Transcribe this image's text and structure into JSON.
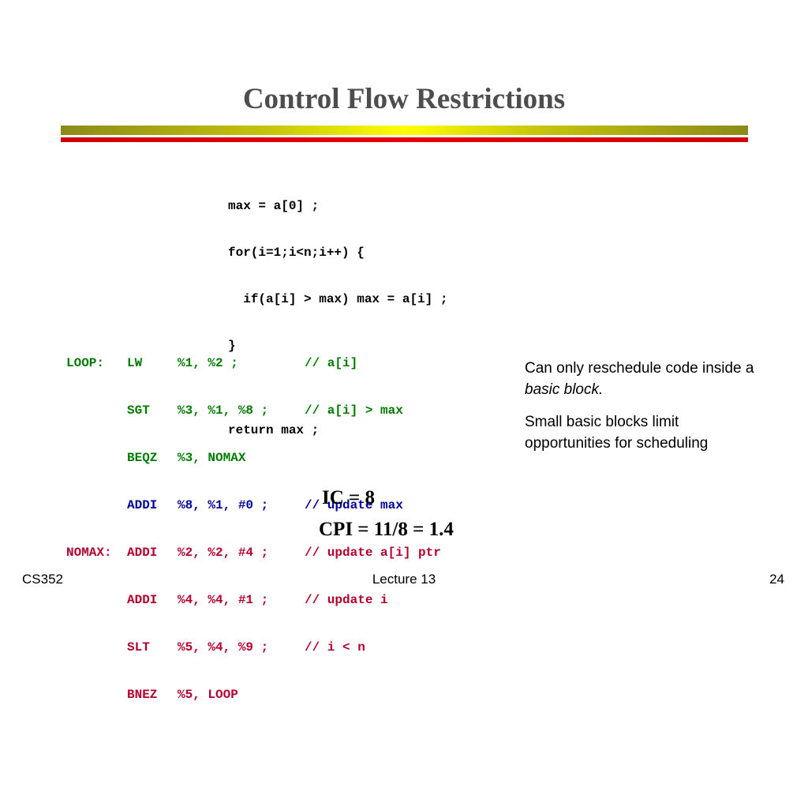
{
  "slide": {
    "title": "Control Flow Restrictions"
  },
  "source_code": {
    "lines": [
      "max = a[0] ;",
      "for(i=1;i<n;i++) {",
      "  if(a[i] > max) max = a[i] ;",
      "}"
    ],
    "return_line": "return max ;"
  },
  "assembly": [
    {
      "label": "LOOP:",
      "op": "LW",
      "args": "%1, %2 ;",
      "comment": "// a[i]"
    },
    {
      "label": "",
      "op": "SGT",
      "args": "%3, %1, %8 ;",
      "comment": "// a[i] > max"
    },
    {
      "label": "",
      "op": "BEQZ",
      "args": "%3, NOMAX",
      "comment": ""
    },
    {
      "label": "",
      "op": "ADDI",
      "args": "%8, %1, #0 ;",
      "comment": "// update max"
    },
    {
      "label": "NOMAX:",
      "op": "ADDI",
      "args": "%2, %2, #4 ;",
      "comment": "// update a[i] ptr"
    },
    {
      "label": "",
      "op": "ADDI",
      "args": "%4, %4, #1 ;",
      "comment": "// update i"
    },
    {
      "label": "",
      "op": "SLT",
      "args": "%5, %4, %9 ;",
      "comment": "// i < n"
    },
    {
      "label": "",
      "op": "BNEZ",
      "args": "%5, LOOP",
      "comment": ""
    }
  ],
  "colors": {
    "block1": "#007a00",
    "block2": "#000099",
    "block3": "#b3002d",
    "title": "#4d4d4d"
  },
  "notes": {
    "note1_prefix": "Can only reschedule code inside a ",
    "note1_emphasis": "basic block.",
    "note2": "Small basic blocks limit opportunities for scheduling"
  },
  "stats": {
    "ic": "IC = 8",
    "cpi": "CPI = 11/8 = 1.4"
  },
  "footer": {
    "left": "CS352",
    "center": "Lecture 13",
    "right": "24"
  }
}
